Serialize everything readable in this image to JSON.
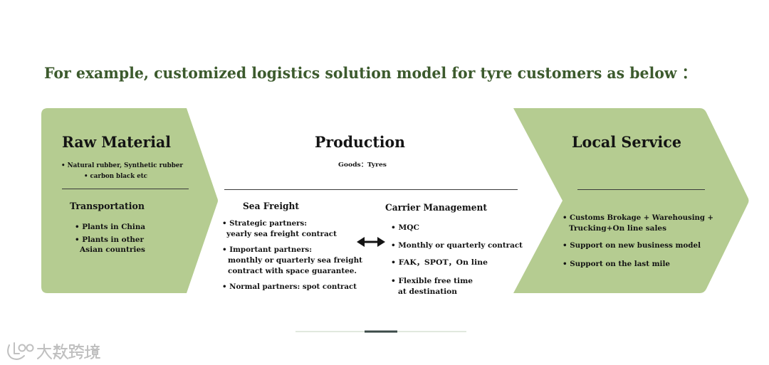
{
  "slide": {
    "title": "For example, customized logistics solution model for tyre customers as below ：",
    "colors": {
      "title": "#3c5a2d",
      "chevron": "#b5cc91",
      "text": "#141414",
      "divider": "#3a3a3a",
      "progress_track": "#cfd9cb",
      "progress_thumb": "#3b4a48"
    }
  },
  "raw_material": {
    "heading": "Raw Material",
    "materials": [
      "Natural rubber, Synthetic rubber",
      "carbon black etc"
    ],
    "transportation": {
      "heading": "Transportation",
      "items": [
        [
          "Plants in China"
        ],
        [
          "Plants in other",
          "Asian countries"
        ]
      ]
    }
  },
  "production": {
    "heading": "Production",
    "goods": "Goods：Tyres",
    "sea_freight": {
      "heading": "Sea Freight",
      "items": [
        [
          "Strategic partners:",
          "yearly sea freight contract"
        ],
        [
          "Important partners:",
          "monthly or quarterly sea freight",
          "contract with space guarantee."
        ],
        [
          "Normal partners: spot contract"
        ]
      ]
    },
    "carrier_management": {
      "heading": "Carrier Management",
      "items": [
        [
          "MQC"
        ],
        [
          "Monthly or quarterly contract"
        ],
        [
          "FAK，SPOT，On line"
        ],
        [
          "Flexible free time",
          "at destination"
        ]
      ]
    }
  },
  "local_service": {
    "heading": "Local Service",
    "items": [
      [
        "Customs Brokage + Warehousing +",
        "Trucking+On line sales"
      ],
      [
        "Support on new business model"
      ],
      [
        "Support on the last mile"
      ]
    ]
  },
  "icons": {
    "connector": "double-arrow-icon",
    "watermark_logo": "brand-logo-icon"
  },
  "slide_indicator": {
    "total": 5,
    "active": 3
  },
  "watermark": {
    "text": "大数跨境"
  }
}
